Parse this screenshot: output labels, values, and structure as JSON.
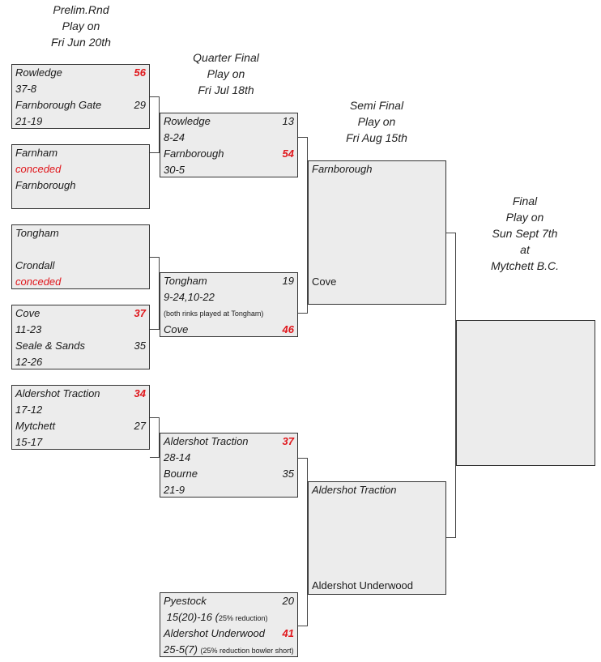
{
  "rounds": {
    "prelim": {
      "title": "Prelim.Rnd",
      "play": "Play on",
      "date": "Fri Jun 20th"
    },
    "quarter": {
      "title": "Quarter Final",
      "play": "Play on",
      "date": "Fri Jul 18th"
    },
    "semi": {
      "title": "Semi Final",
      "play": "Play on",
      "date": "Fri Aug 15th"
    },
    "final": {
      "title": "Final",
      "play": "Play on",
      "date": "Sun Sept 7th",
      "at": "at",
      "venue": "Mytchett B.C."
    }
  },
  "prelim": [
    {
      "team1": "Rowledge",
      "score1": "56",
      "detail1": "37-8",
      "team2": "Farnborough Gate",
      "score2": "29",
      "detail2": "21-19"
    },
    {
      "team1": "Farnham",
      "note": "conceded",
      "team2": "Farnborough"
    },
    {
      "team1": "Tongham",
      "team2": "Crondall",
      "note": "conceded"
    },
    {
      "team1": "Cove",
      "score1": "37",
      "detail1": "11-23",
      "team2": "Seale & Sands",
      "score2": "35",
      "detail2": "12-26"
    },
    {
      "team1": "Aldershot Traction",
      "score1": "34",
      "detail1": "17-12",
      "team2": "Mytchett",
      "score2": "27",
      "detail2": "15-17"
    }
  ],
  "quarter": [
    {
      "team1": "Rowledge",
      "score1": "13",
      "detail1": "8-24",
      "team2": "Farnborough",
      "score2": "54",
      "detail2": "30-5"
    },
    {
      "team1": "Tongham",
      "score1": "19",
      "detail1": "9-24,10-22",
      "note": "(both rinks played at Tongham)",
      "team2": "Cove",
      "score2": "46"
    },
    {
      "team1": "Aldershot Traction",
      "score1": "37",
      "detail1": "28-14",
      "team2": "Bourne",
      "score2": "35",
      "detail2": "21-9"
    },
    {
      "team1": "Pyestock",
      "score1": "20",
      "detail1": "15(20)-16 (",
      "detail1_note": "25% reduction)",
      "team2": "Aldershot Underwood",
      "score2": "41",
      "detail2": "25-5(7)",
      "detail2_note": "(25% reduction bowler short)"
    }
  ],
  "semi": [
    {
      "team1": "Farnborough",
      "team2": "Cove"
    },
    {
      "team1": "Aldershot Traction",
      "team2": "Aldershot Underwood"
    }
  ],
  "colors": {
    "winner": "#e0161b",
    "box_bg": "#ececec",
    "border": "#333333"
  }
}
